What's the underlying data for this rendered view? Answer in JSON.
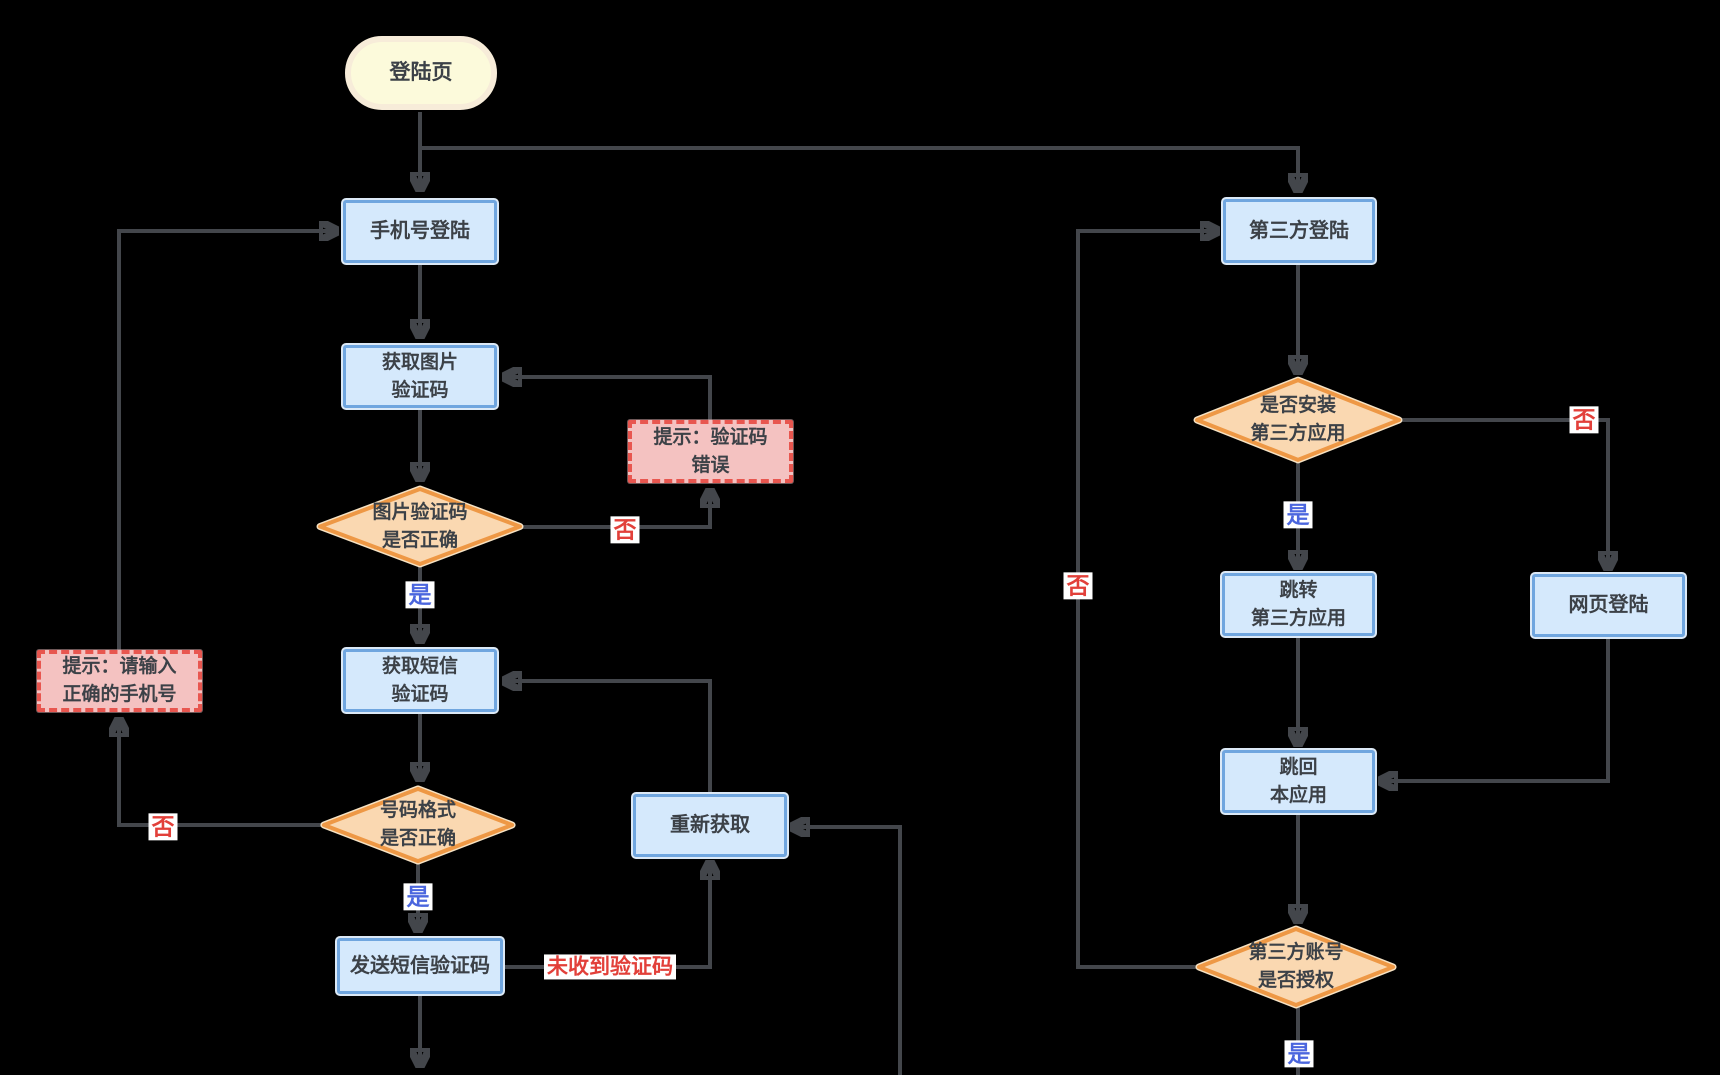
{
  "flow": {
    "start": {
      "label": "登陆页"
    },
    "left": {
      "phone_login": "手机号登陆",
      "get_image_captcha": "获取图片\n验证码",
      "image_captcha_correct": "图片验证码\n是否正确",
      "get_sms_captcha": "获取短信\n验证码",
      "phone_format_correct": "号码格式\n是否正确",
      "send_sms_captcha": "发送短信验证码",
      "retry": "重新获取",
      "tip_captcha_error": "提示：验证码\n错误",
      "tip_phone_number": "提示：请输入\n正确的手机号"
    },
    "right": {
      "third_party_login": "第三方登陆",
      "third_party_installed": "是否安装\n第三方应用",
      "jump_third_party": "跳转\n第三方应用",
      "web_login": "网页登陆",
      "jump_back": "跳回\n本应用",
      "third_party_authorized": "第三方账号\n是否授权"
    },
    "labels": {
      "yes": "是",
      "no": "否",
      "sms_not_received": "未收到验证码"
    },
    "colors": {
      "background": "#000000",
      "connector": "#43464B",
      "process_fill": "#D5E9FC",
      "process_border": "#70A6DF",
      "decision_fill": "#FAD8B1",
      "decision_border": "#EE9845",
      "terminator_fill": "#FCFADB",
      "terminator_border": "#F7ECD9",
      "alert_fill": "#F4C2C1",
      "alert_border": "#E8564F",
      "yes_label": "#4B66DE",
      "no_label": "#E2403A",
      "node_text": "#3C4147"
    }
  }
}
